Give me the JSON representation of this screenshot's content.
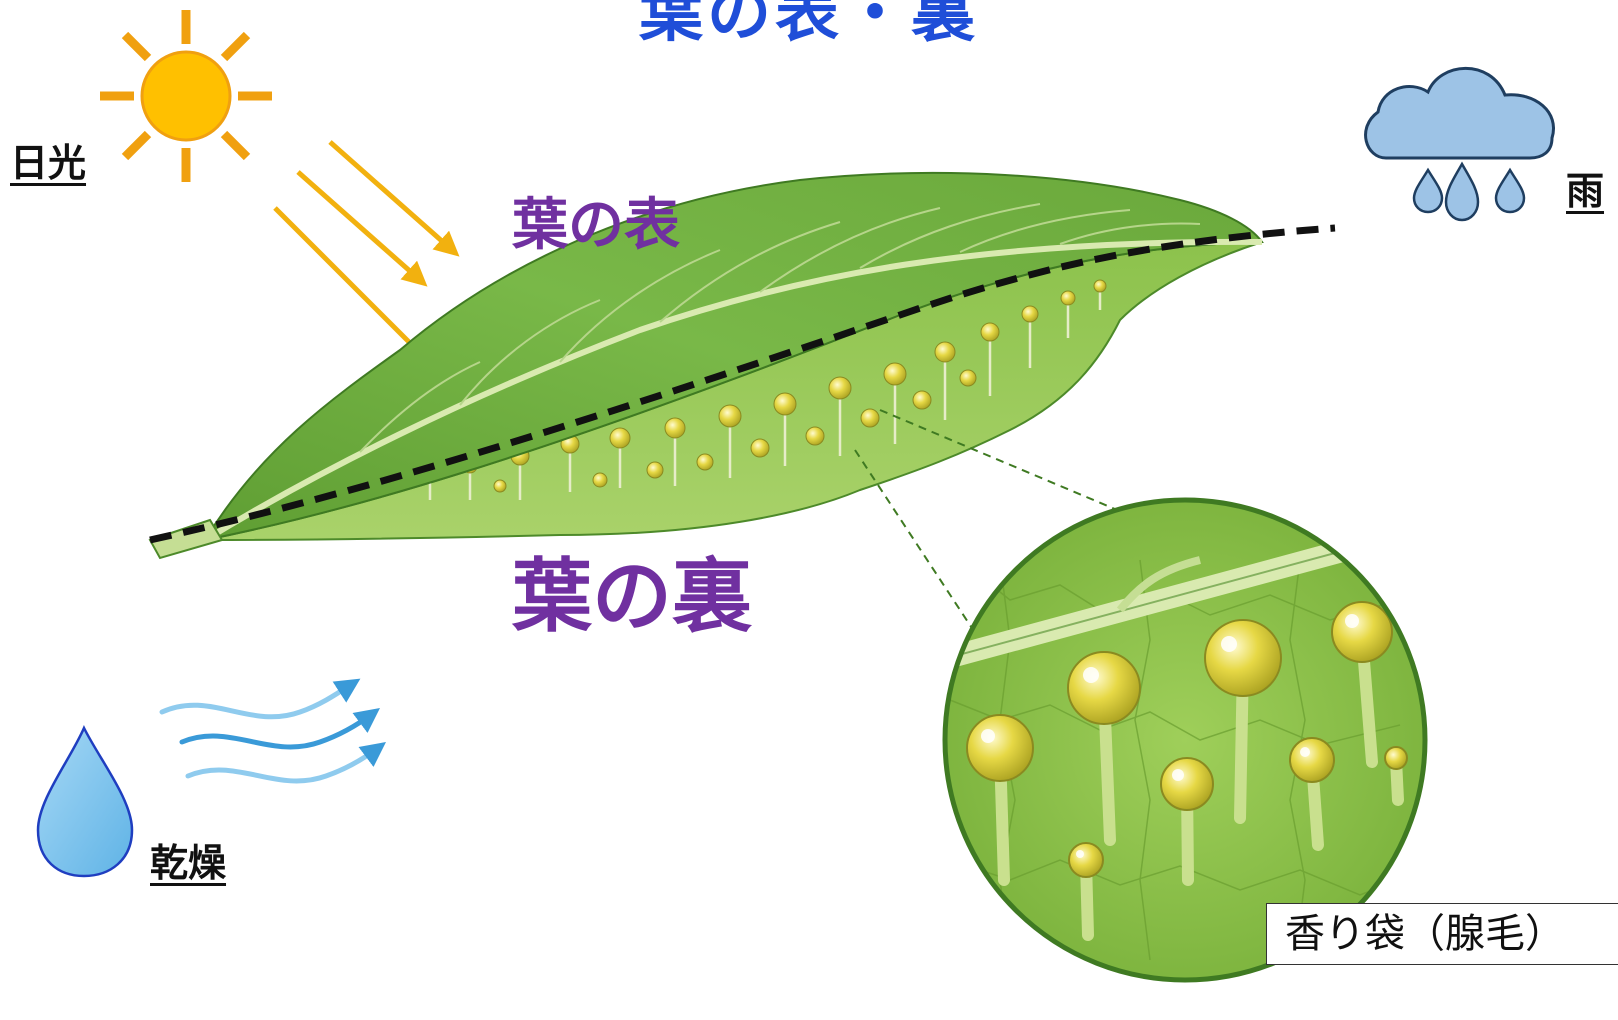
{
  "title": "葉の表・裏",
  "labels": {
    "sunlight": "日光",
    "rain": "雨",
    "dry": "乾燥",
    "leaf_upper": "葉の表",
    "leaf_lower": "葉の裏",
    "gland": "香り袋（腺毛）"
  },
  "icons": {
    "sun": "sun-icon",
    "rain_cloud": "rain-cloud-icon",
    "water_drop": "water-drop-icon",
    "wind": "wind-arrows-icon"
  },
  "colors": {
    "title": "#1f4ed8",
    "leaf_label": "#7030a0",
    "sun": "#ffc000",
    "sun_rays": "#f0a010",
    "leaf_upper": "#6fae3e",
    "leaf_lower": "#9ccc5a",
    "cloud": "#9dc3e6",
    "gland_head": "#e8d94a",
    "wind": "#4aa8e0"
  }
}
